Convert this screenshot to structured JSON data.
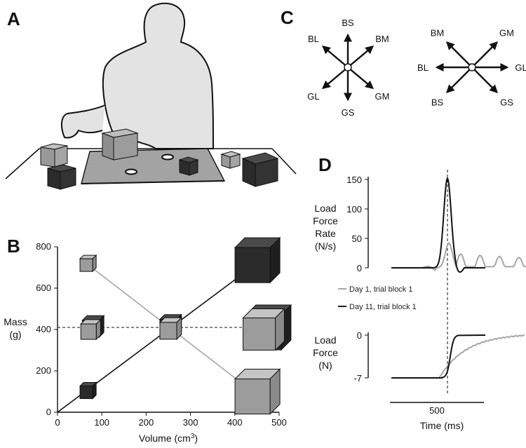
{
  "panels": {
    "a": {
      "letter": "A"
    },
    "b": {
      "letter": "B"
    },
    "c": {
      "letter": "C"
    },
    "d": {
      "letter": "D"
    }
  },
  "colors": {
    "dark": "#2b2b2b",
    "light": "#9c9c9c",
    "line_light": "#a6a6a6",
    "person": "#e3e3e3",
    "table": "#a3a3a3"
  },
  "panel_c": {
    "left_star": [
      "BS",
      "BM",
      "GM",
      "GS",
      "GL",
      "BL"
    ],
    "right_star": [
      "GM",
      "GL",
      "GS",
      "BS",
      "BL",
      "BM"
    ]
  },
  "chart_data": [
    {
      "type": "scatter",
      "panel": "B",
      "xlabel": "Volume (cm",
      "xlabel_sup": "3",
      "xlabel_close": ")",
      "ylabel": [
        "Mass",
        "(g)"
      ],
      "xlim": [
        0,
        500
      ],
      "ylim": [
        0,
        800
      ],
      "xticks": [
        "0",
        "100",
        "200",
        "300",
        "400",
        "500"
      ],
      "yticks": [
        "0",
        "200",
        "400",
        "600",
        "800"
      ],
      "reference_line_y": 410,
      "series": [
        {
          "color": "dark",
          "line": [
            [
              0,
              0
            ],
            [
              500,
              800
            ]
          ],
          "points": [
            [
              65,
              105
            ],
            [
              250,
              420
            ],
            [
              440,
              735
            ],
            [
              75,
              415
            ],
            [
              465,
              410
            ]
          ]
        },
        {
          "color": "light",
          "line": [
            [
              65,
              720
            ],
            [
              440,
              100
            ]
          ],
          "points": [
            [
              65,
              720
            ],
            [
              250,
              405
            ],
            [
              440,
              100
            ],
            [
              70,
              400
            ],
            [
              455,
              400
            ]
          ]
        }
      ]
    },
    {
      "type": "line",
      "panel": "D-top",
      "ylabel": [
        "Load",
        "Force",
        "Rate",
        "(N/s)"
      ],
      "ylim": [
        0,
        150
      ],
      "yticks": [
        "0",
        "50",
        "100",
        "150"
      ]
    },
    {
      "type": "line",
      "panel": "D-bottom",
      "ylabel": [
        "Load",
        "Force",
        "(N)"
      ],
      "ylim": [
        -7,
        0
      ],
      "yticks": [
        "0",
        "-7"
      ],
      "xlabel": "Time (ms)",
      "scalebar": "500"
    }
  ],
  "legend": {
    "day1": "Day 1, trial block 1",
    "day11": "Day 11, trial block 1"
  }
}
